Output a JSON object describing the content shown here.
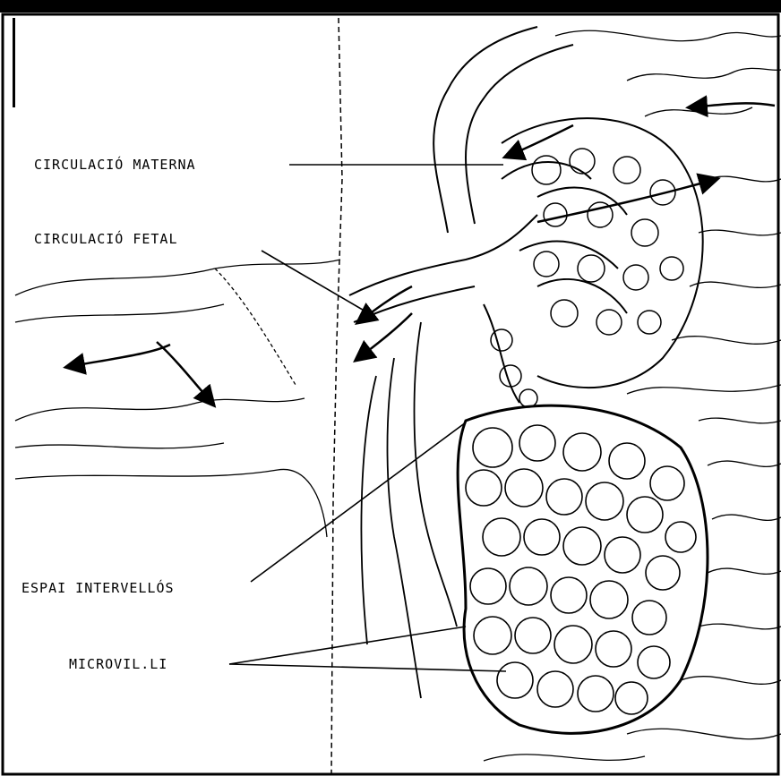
{
  "labels": {
    "maternal": "CIRCULACIÓ MATERNA",
    "fetal": "CIRCULACIÓ FETAL",
    "intervillous": "ESPAI INTERVELLÓS",
    "microvilli": "MICROVIL.LI"
  },
  "colors": {
    "ink": "#000000",
    "paper": "#ffffff"
  }
}
